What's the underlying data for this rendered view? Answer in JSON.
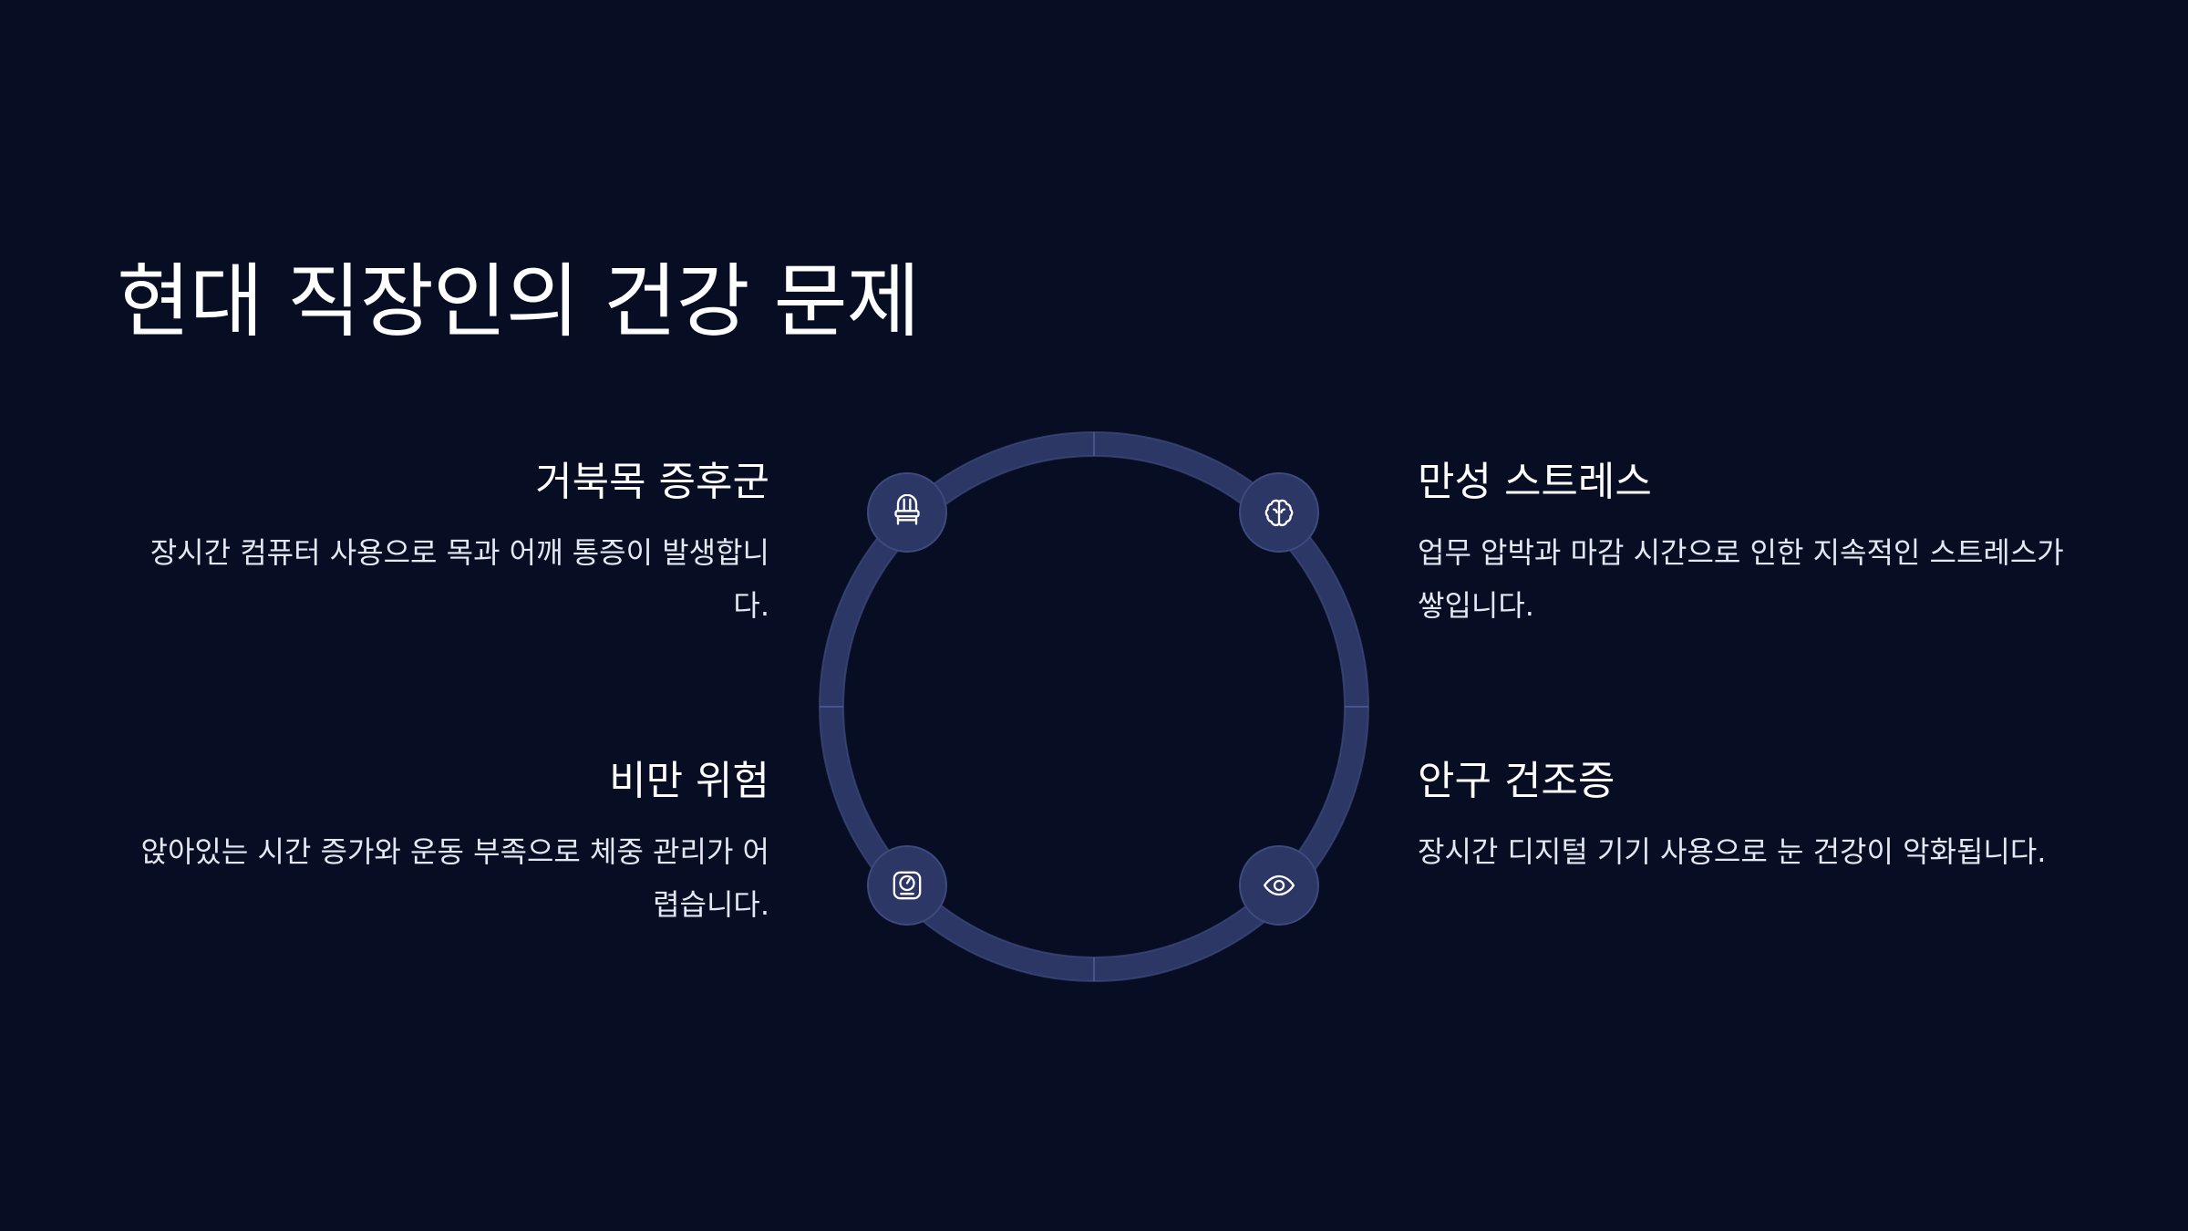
{
  "slide": {
    "title": "현대 직장인의 건강 문제"
  },
  "items": {
    "top_left": {
      "heading": "거북목 증후군",
      "description": "장시간 컴퓨터 사용으로 목과 어깨 통증이 발생합니다.",
      "icon": "chair-icon"
    },
    "top_right": {
      "heading": "만성 스트레스",
      "description": "업무 압박과 마감 시간으로 인한 지속적인 스트레스가 쌓입니다.",
      "icon": "brain-icon"
    },
    "bottom_left": {
      "heading": "비만 위험",
      "description": "앉아있는 시간 증가와 운동 부족으로 체중 관리가 어렵습니다.",
      "icon": "weight-scale-icon"
    },
    "bottom_right": {
      "heading": "안구 건조증",
      "description": "장시간 디지털 기기 사용으로 눈 건강이 악화됩니다.",
      "icon": "eye-icon"
    }
  },
  "colors": {
    "background": "#070e24",
    "ring": "#2c3766",
    "node": "#2c3766",
    "text": "#ffffff"
  }
}
